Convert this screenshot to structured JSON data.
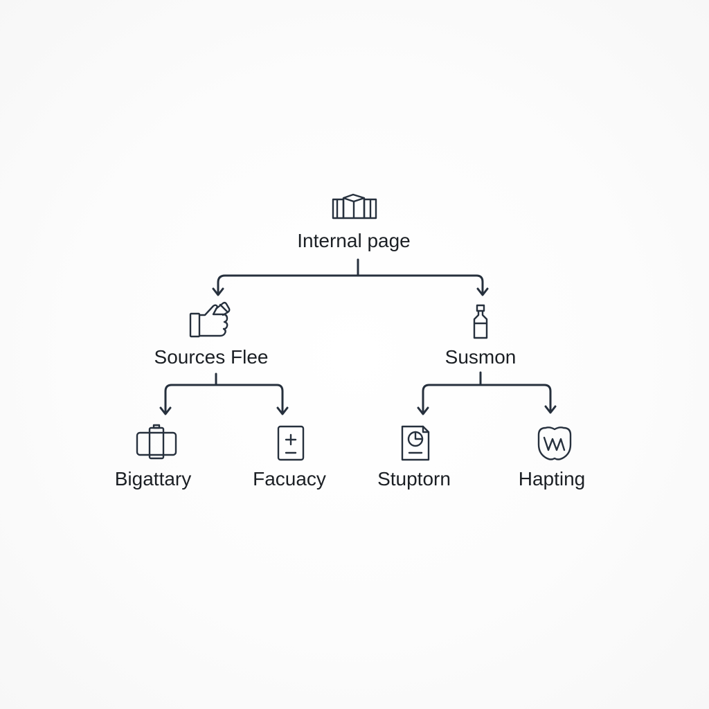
{
  "tree": {
    "root": {
      "label": "Internal page",
      "icon": "package-boxes-icon"
    },
    "level1": [
      {
        "label": "Sources Flee",
        "icon": "hand-holding-icon",
        "children": [
          {
            "label": "Bigattary",
            "icon": "battery-icon"
          },
          {
            "label": "Facuacy",
            "icon": "calculator-icon"
          }
        ]
      },
      {
        "label": "Susmon",
        "icon": "bottle-icon",
        "children": [
          {
            "label": "Stuptorn",
            "icon": "document-chart-icon"
          },
          {
            "label": "Hapting",
            "icon": "wave-badge-icon"
          }
        ]
      }
    ]
  },
  "colors": {
    "line": "#26303d",
    "text": "#1b1f24",
    "background": "#fbfbfb"
  }
}
